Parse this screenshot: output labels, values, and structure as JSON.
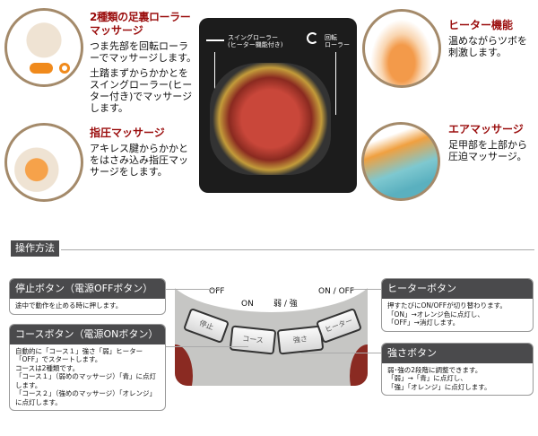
{
  "features": [
    {
      "title_lines": [
        "2種類の足裏ローラー",
        "マッサージ"
      ],
      "paragraphs": [
        "つま先部を回転ローラーでマッサージします。",
        "土踏まずからかかとをスイングローラー(ヒーター付き)でマッサージします。"
      ]
    },
    {
      "title": "指圧マッサージ",
      "text": "アキレス腱からかかとをはさみ込み指圧マッサージをします。"
    },
    {
      "title": "ヒーター機能",
      "text": "温めながらツボを刺激します。"
    },
    {
      "title": "エアマッサージ",
      "text": "足甲部を上部から圧迫マッサージ。"
    }
  ],
  "diagram": {
    "swing_label": [
      "スイングローラー",
      "(ヒーター機能付き)"
    ],
    "rotate_label": [
      "回転",
      "ローラー"
    ]
  },
  "section_title": "操作方法",
  "control_panel": {
    "labels": {
      "off": "OFF",
      "on": "ON",
      "strength": "弱 / 強",
      "onoff": "ON / OFF"
    },
    "buttons": [
      "停止",
      "コース",
      "強さ",
      "ヒーター"
    ]
  },
  "boxes": {
    "stop": {
      "title": "停止ボタン（電源OFFボタン）",
      "lines": [
        "途中で動作を止める時に押します。"
      ]
    },
    "course": {
      "title": "コースボタン（電源ONボタン）",
      "lines": [
        "自動的に「コース１」強さ「弱」ヒーター",
        "「OFF」でスタートします。",
        "コースは2種類です。",
        "「コース１」（弱めのマッサージ）「青」に点灯します。",
        "「コース２」（強めのマッサージ）「オレンジ」に点灯します。"
      ]
    },
    "heater": {
      "title": "ヒーターボタン",
      "lines": [
        "押すたびにON/OFFが切り替わります。",
        "「ON」→オレンジ色に点灯し、",
        "「OFF」→消灯します。"
      ]
    },
    "strength": {
      "title": "強さボタン",
      "lines": [
        "弱･強の2段階に調整できます。",
        "「弱」→「青」に点灯し、",
        "「強」「オレンジ」に点灯します。"
      ]
    }
  }
}
